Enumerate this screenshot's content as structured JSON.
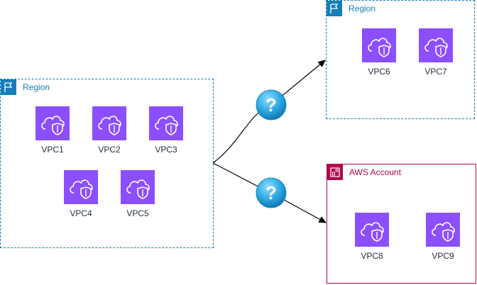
{
  "regions": [
    {
      "label": "Region",
      "vpcs": [
        "VPC1",
        "VPC2",
        "VPC3",
        "VPC4",
        "VPC5"
      ]
    },
    {
      "label": "Region",
      "vpcs": [
        "VPC6",
        "VPC7"
      ]
    }
  ],
  "account": {
    "label": "AWS Account",
    "vpcs": [
      "VPC8",
      "VPC9"
    ]
  },
  "connectors": [
    {
      "symbol": "?"
    },
    {
      "symbol": "?"
    }
  ],
  "colors": {
    "region": "#147eba",
    "account": "#b0084d",
    "vpc": "#8c4fff",
    "question": "#2aa8e0"
  }
}
